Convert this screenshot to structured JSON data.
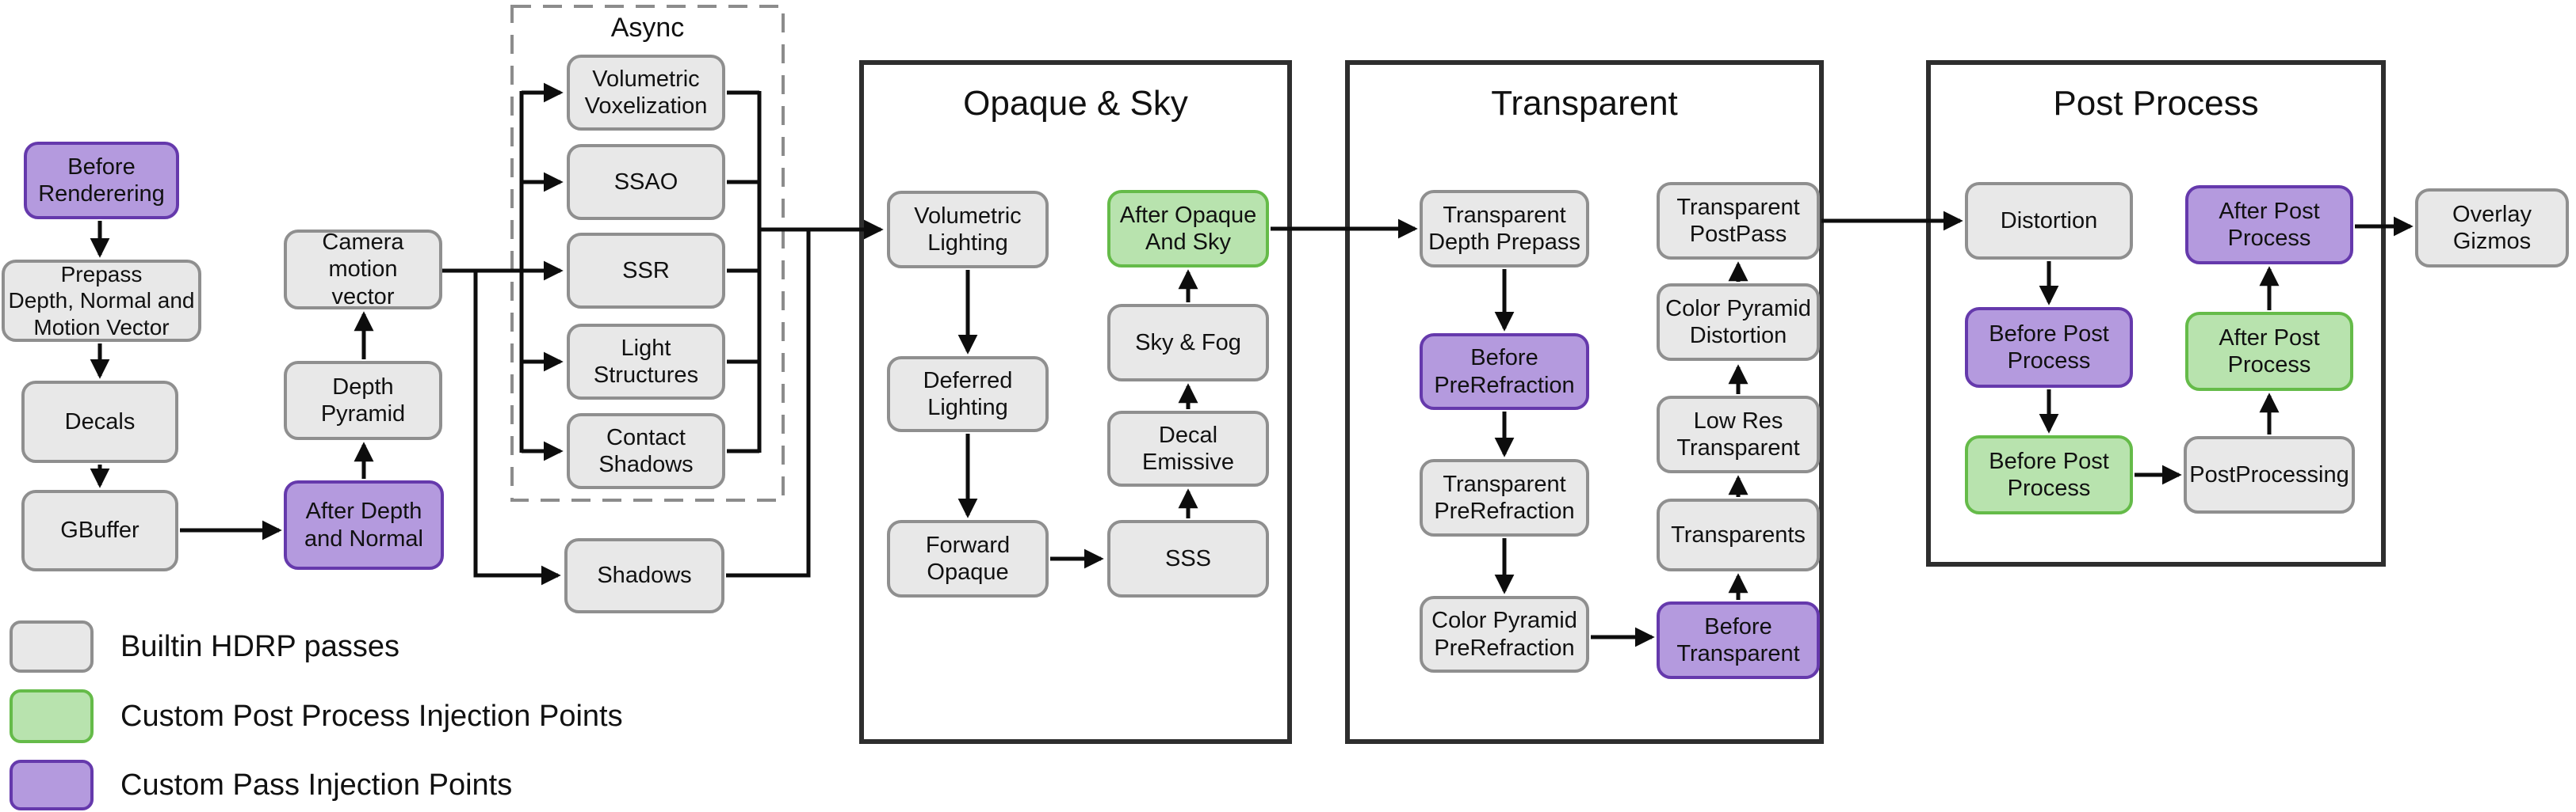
{
  "colors": {
    "builtin_fill": "#e8e8e8",
    "builtin_border": "#8f8f8f",
    "custom_post_fill": "#b8e3ae",
    "custom_post_border": "#65bb49",
    "custom_pass_fill": "#b49ade",
    "custom_pass_border": "#6539ac",
    "connector": "#0d0d0d",
    "frame_border": "#2e2e2e",
    "async_dash_border": "#8c8c8c"
  },
  "groups": {
    "async": {
      "title": "Async"
    },
    "opaque_sky": {
      "title": "Opaque & Sky"
    },
    "transparent": {
      "title": "Transparent"
    },
    "post_process": {
      "title": "Post Process"
    }
  },
  "nodes": {
    "before_renderering": {
      "label": "Before\nRenderering",
      "type": "custom_pass"
    },
    "prepass": {
      "label": "Prepass\nDepth, Normal and\nMotion Vector",
      "type": "builtin"
    },
    "decals": {
      "label": "Decals",
      "type": "builtin"
    },
    "gbuffer": {
      "label": "GBuffer",
      "type": "builtin"
    },
    "camera_motion_vector": {
      "label": "Camera motion\nvector",
      "type": "builtin"
    },
    "depth_pyramid": {
      "label": "Depth Pyramid",
      "type": "builtin"
    },
    "after_depth_and_normal": {
      "label": "After Depth\nand Normal",
      "type": "custom_pass"
    },
    "volumetric_voxelization": {
      "label": "Volumetric\nVoxelization",
      "type": "builtin"
    },
    "ssao": {
      "label": "SSAO",
      "type": "builtin"
    },
    "ssr": {
      "label": "SSR",
      "type": "builtin"
    },
    "light_structures": {
      "label": "Light\nStructures",
      "type": "builtin"
    },
    "contact_shadows": {
      "label": "Contact\nShadows",
      "type": "builtin"
    },
    "shadows": {
      "label": "Shadows",
      "type": "builtin"
    },
    "volumetric_lighting": {
      "label": "Volumetric\nLighting",
      "type": "builtin"
    },
    "deferred_lighting": {
      "label": "Deferred\nLighting",
      "type": "builtin"
    },
    "forward_opaque": {
      "label": "Forward\nOpaque",
      "type": "builtin"
    },
    "after_opaque_and_sky": {
      "label": "After Opaque\nAnd Sky",
      "type": "custom_post"
    },
    "sky_fog": {
      "label": "Sky & Fog",
      "type": "builtin"
    },
    "decal_emissive": {
      "label": "Decal Emissive",
      "type": "builtin"
    },
    "sss": {
      "label": "SSS",
      "type": "builtin"
    },
    "transparent_depth_prepass": {
      "label": "Transparent\nDepth Prepass",
      "type": "builtin"
    },
    "before_prerefraction": {
      "label": "Before\nPreRefraction",
      "type": "custom_pass"
    },
    "transparent_prerefraction": {
      "label": "Transparent\nPreRefraction",
      "type": "builtin"
    },
    "color_pyramid_prerefraction": {
      "label": "Color Pyramid\nPreRefraction",
      "type": "builtin"
    },
    "before_transparent": {
      "label": "Before\nTransparent",
      "type": "custom_pass"
    },
    "transparents": {
      "label": "Transparents",
      "type": "builtin"
    },
    "low_res_transparent": {
      "label": "Low Res\nTransparent",
      "type": "builtin"
    },
    "color_pyramid_distortion": {
      "label": "Color Pyramid\nDistortion",
      "type": "builtin"
    },
    "transparent_postpass": {
      "label": "Transparent\nPostPass",
      "type": "builtin"
    },
    "distortion": {
      "label": "Distortion",
      "type": "builtin"
    },
    "before_post_process_custom_pass": {
      "label": "Before Post\nProcess",
      "type": "custom_pass"
    },
    "before_post_process_custom_post": {
      "label": "Before Post\nProcess",
      "type": "custom_post"
    },
    "postprocessing": {
      "label": "PostProcessing",
      "type": "builtin"
    },
    "after_post_process_custom_post": {
      "label": "After Post\nProcess",
      "type": "custom_post"
    },
    "after_post_process_custom_pass": {
      "label": "After Post\nProcess",
      "type": "custom_pass"
    },
    "overlay_gizmos": {
      "label": "Overlay\nGizmos",
      "type": "builtin"
    }
  },
  "legend": {
    "items": [
      {
        "label": "Builtin HDRP passes",
        "type": "builtin"
      },
      {
        "label": "Custom Post Process Injection Points",
        "type": "custom_post"
      },
      {
        "label": "Custom Pass Injection Points",
        "type": "custom_pass"
      }
    ]
  }
}
